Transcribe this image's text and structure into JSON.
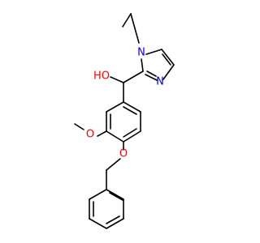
{
  "molecule": {
    "atoms": {
      "n1": {
        "label": "N",
        "color": "#0000ff"
      },
      "n3": {
        "label": "N",
        "color": "#0000ff"
      },
      "oh": {
        "label": "HO",
        "color": "#ff0000"
      },
      "ome": {
        "label": "O",
        "color": "#ff0000"
      },
      "obn": {
        "label": "O",
        "color": "#ff0000"
      }
    },
    "bond_color": "#000000"
  }
}
